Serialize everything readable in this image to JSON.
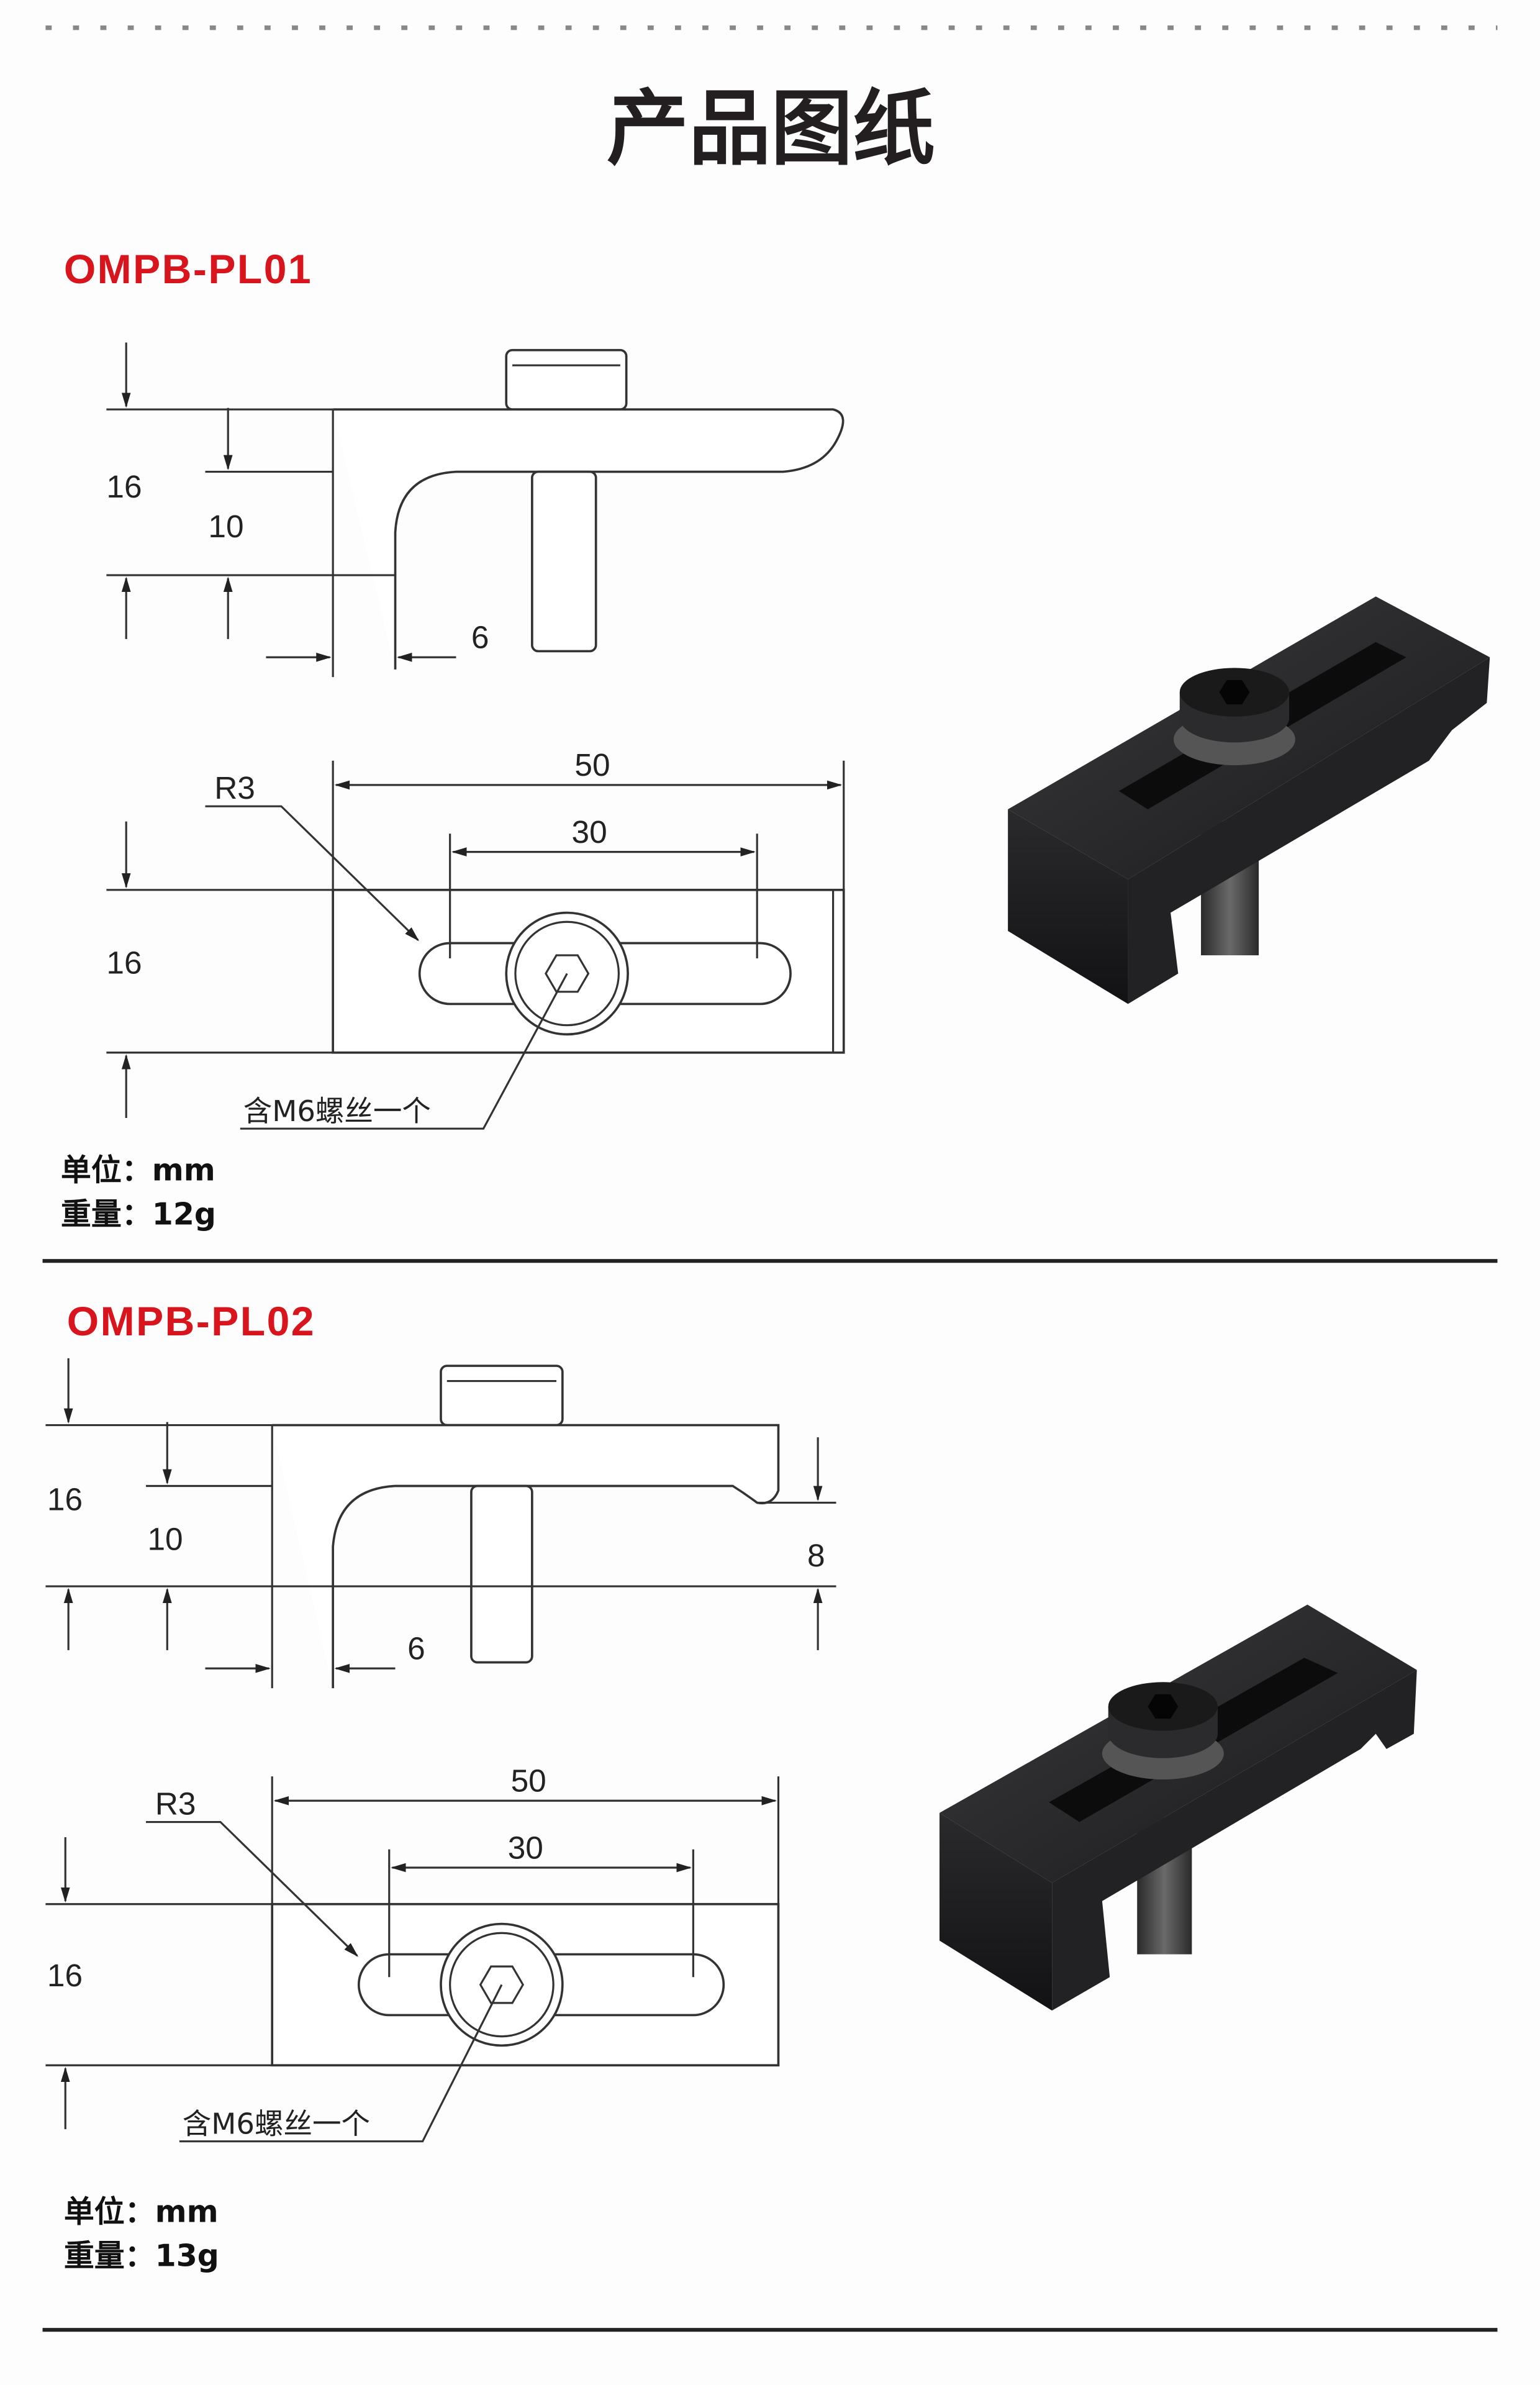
{
  "header": {
    "title": "产品图纸"
  },
  "sections": [
    {
      "model": "OMPB-PL01",
      "side_dims": {
        "total_height": "16",
        "inner_height": "10",
        "width": "6"
      },
      "top_dims": {
        "length": "50",
        "slot_length": "30",
        "height": "16",
        "radius": "R3"
      },
      "screw_note": "含M6螺丝一个",
      "unit": "单位：mm",
      "weight": "重量：12g"
    },
    {
      "model": "OMPB-PL02",
      "side_dims": {
        "total_height": "16",
        "inner_height": "10",
        "width": "6",
        "hook_height": "8"
      },
      "top_dims": {
        "length": "50",
        "slot_length": "30",
        "height": "16",
        "radius": "R3"
      },
      "screw_note": "含M6螺丝一个",
      "unit": "单位：mm",
      "weight": "重量：13g"
    }
  ],
  "colors": {
    "accent": "#d8141c",
    "text": "#231f20",
    "part": "#1c1c1e"
  }
}
